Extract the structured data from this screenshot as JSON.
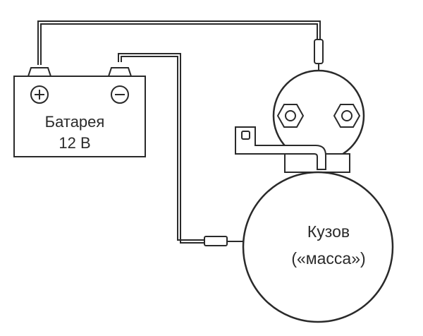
{
  "battery": {
    "positive_symbol": "+",
    "negative_symbol": "−",
    "label_line1": "Батарея",
    "label_line2": "12 В"
  },
  "body": {
    "label_line1": "Кузов",
    "label_line2": "(«масса»)"
  },
  "colors": {
    "ink": "#2a2a2a",
    "background": "#ffffff"
  }
}
